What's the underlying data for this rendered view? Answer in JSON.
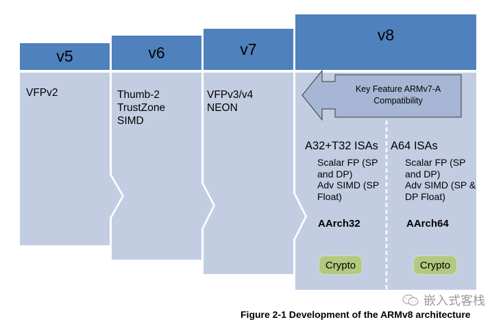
{
  "colors": {
    "header_fill": "#4f81bd",
    "body_fill": "#c3cde2",
    "arrow_fill": "#a6b6d4",
    "crypto_fill": "#b3c97f"
  },
  "columns": [
    {
      "id": "v5",
      "header": "v5",
      "features": "VFPv2"
    },
    {
      "id": "v6",
      "header": "v6",
      "features": "Thumb-2\nTrustZone\nSIMD"
    },
    {
      "id": "v7",
      "header": "v7",
      "features": "VFPv3/v4\nNEON"
    },
    {
      "id": "v8",
      "header": "v8"
    }
  ],
  "v8": {
    "compat_arrow": {
      "line1": "Key Feature ARMv7-A",
      "line2": "Compatibility"
    },
    "left": {
      "title": "A32+T32 ISAs",
      "features": "Scalar FP (SP\nand DP)\nAdv SIMD (SP\nFloat)",
      "state": "AArch32",
      "crypto": "Crypto"
    },
    "right": {
      "title": "A64 ISAs",
      "features": "Scalar FP (SP\nand DP)\nAdv SIMD (SP &\nDP Float)",
      "state": "AArch64",
      "crypto": "Crypto"
    }
  },
  "watermark": {
    "icon": "wechat-icon",
    "text": "嵌入式客栈"
  },
  "caption": "Figure 2-1 Development of the ARMv8 architecture"
}
